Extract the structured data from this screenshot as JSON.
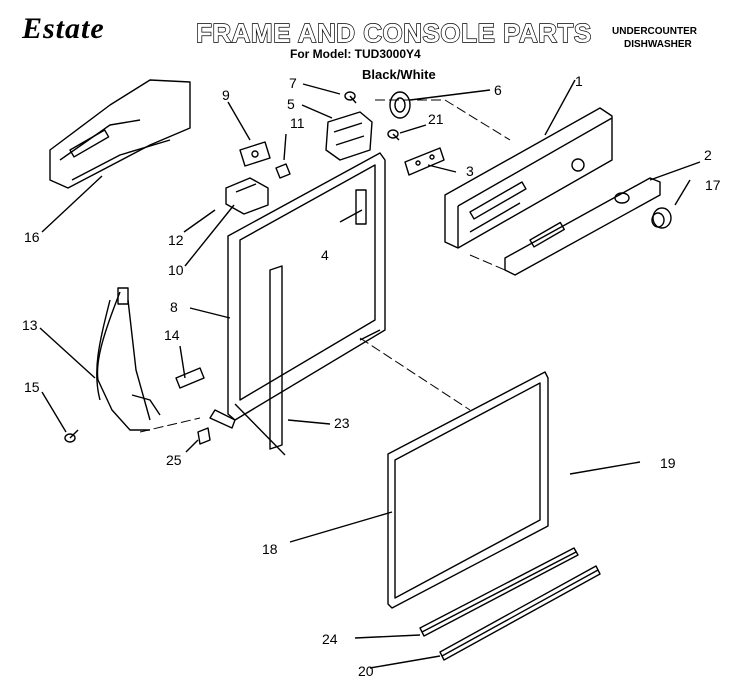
{
  "header": {
    "brand": "Estate",
    "title": "FRAME AND CONSOLE PARTS",
    "model": "For Model: TUD3000Y4",
    "color": "Black/White",
    "appliance_line1": "UNDERCOUNTER",
    "appliance_line2": "DISHWASHER"
  },
  "callouts": {
    "c1": "1",
    "c2": "2",
    "c3": "3",
    "c4": "4",
    "c5": "5",
    "c6": "6",
    "c7": "7",
    "c8": "8",
    "c9": "9",
    "c10": "10",
    "c11": "11",
    "c12": "12",
    "c13": "13",
    "c14": "14",
    "c15": "15",
    "c16": "16",
    "c17": "17",
    "c18": "18",
    "c19": "19",
    "c20": "20",
    "c21": "21",
    "c23": "23",
    "c24": "24",
    "c25": "25"
  }
}
